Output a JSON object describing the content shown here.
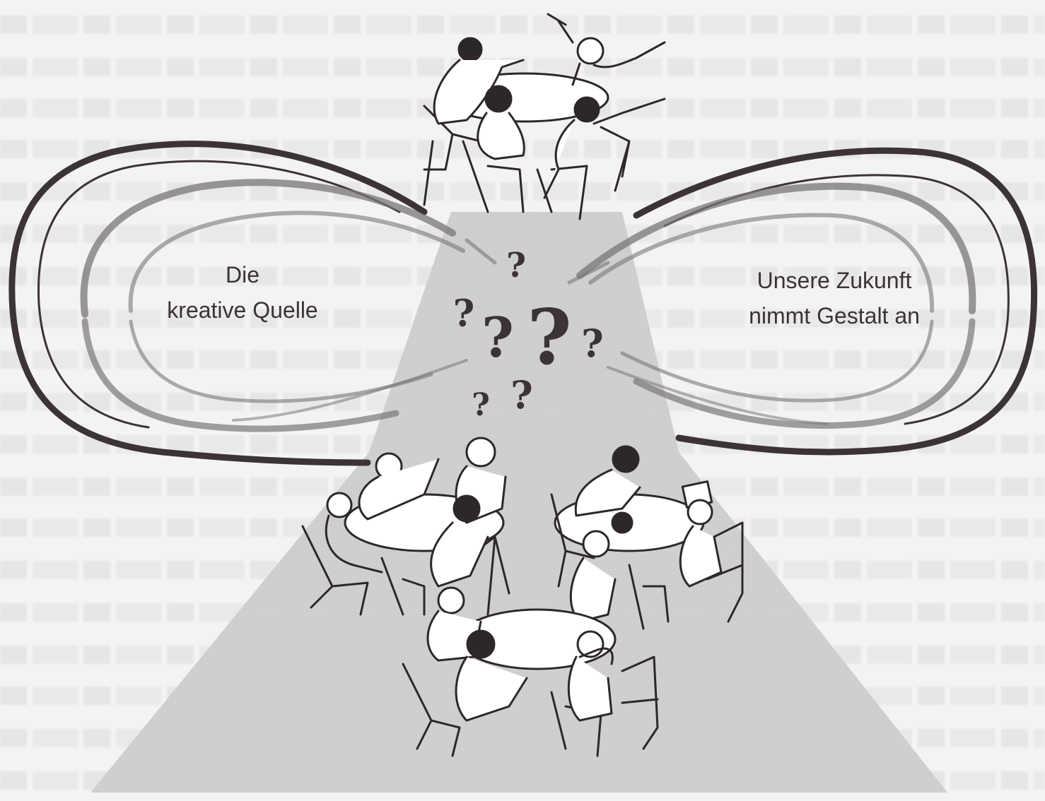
{
  "labels": {
    "left": {
      "line1": "Die",
      "line2": "kreative Quelle"
    },
    "right": {
      "line1": "Unsere Zukunft",
      "line2": "nimmt Gestalt an"
    }
  },
  "question_mark": "?",
  "colors": {
    "background": "#f4f3f3",
    "cone": "#cfcfcf",
    "ink": "#3b3336",
    "swoosh_gray": "#7a7678",
    "table_fill": "#ffffff"
  },
  "icons": [
    "infinity-loop-arrows-icon",
    "question-marks-icon",
    "people-at-round-tables-icon"
  ]
}
